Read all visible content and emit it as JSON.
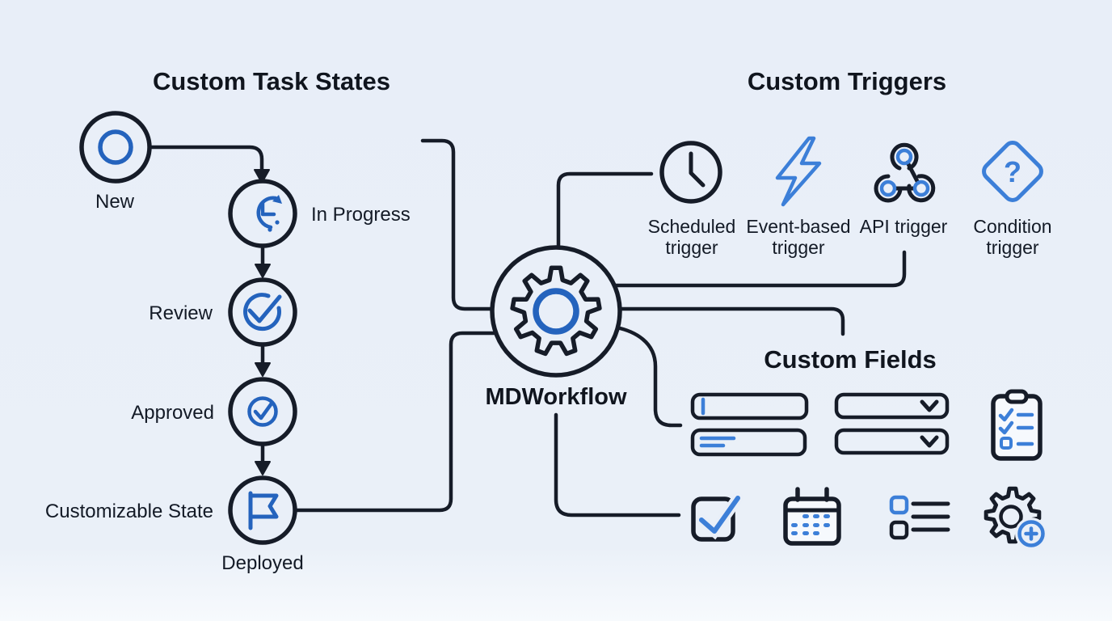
{
  "colors": {
    "background": "#e9eff8",
    "line": "#161c28",
    "blue": "#2463bd",
    "blue_light": "#3c7fd8",
    "text": "#10151e"
  },
  "titles": {
    "task_states": "Custom Task States",
    "triggers": "Custom Triggers",
    "fields": "Custom Fields"
  },
  "hub": {
    "label": "MDWorkflow",
    "icon": "gear-icon"
  },
  "task_states": {
    "nodes": [
      {
        "id": "new",
        "label": "New",
        "icon": "circle-icon"
      },
      {
        "id": "in-progress",
        "label": "In Progress",
        "icon": "clock-refresh-icon"
      },
      {
        "id": "review",
        "label": "Review",
        "icon": "check-circle-open-icon"
      },
      {
        "id": "approved",
        "label": "Approved",
        "icon": "check-circle-icon"
      },
      {
        "id": "deployed",
        "label": "Deployed",
        "side_label": "Customizable State",
        "icon": "flag-icon"
      }
    ]
  },
  "triggers": {
    "items": [
      {
        "label_line1": "Scheduled",
        "label_line2": "trigger",
        "icon": "clock-icon"
      },
      {
        "label_line1": "Event-based",
        "label_line2": "trigger",
        "icon": "lightning-icon"
      },
      {
        "label_line1": "API trigger",
        "label_line2": "",
        "icon": "webhook-icon"
      },
      {
        "label_line1": "Condition",
        "label_line2": "trigger",
        "icon": "diamond-question-icon",
        "glyph": "?"
      }
    ]
  },
  "fields": {
    "icons": [
      "text-input-icon",
      "select-dropdown-icon",
      "text-lines-input-icon",
      "select-dropdown-icon",
      "checklist-clipboard-icon",
      "checkbox-icon",
      "calendar-icon",
      "list-icon",
      "gear-add-icon"
    ]
  }
}
